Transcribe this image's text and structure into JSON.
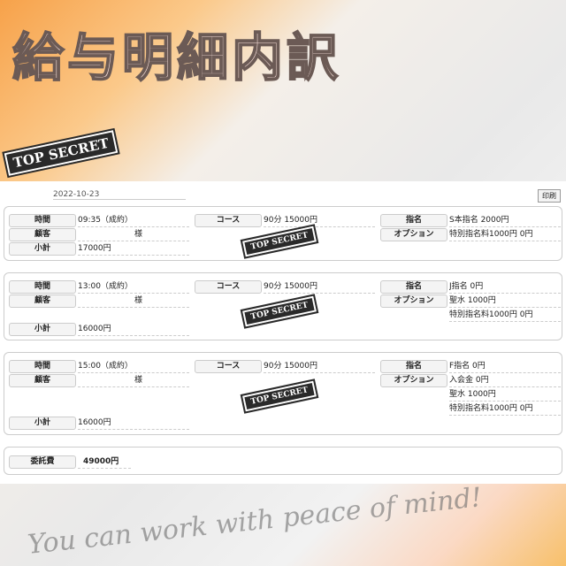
{
  "title": "給与明細内訳",
  "watermark": "You can work with peace of mind!",
  "stamp": "TOP SECRET",
  "date": "2022-10-23",
  "print_label": "印刷",
  "labels": {
    "time": "時間",
    "customer": "顧客",
    "subtotal": "小計",
    "course": "コース",
    "nomination": "指名",
    "option": "オプション",
    "fee": "委託費"
  },
  "cards": [
    {
      "time": "09:35（成約）",
      "customer": "様",
      "subtotal": "17000円",
      "course": "90分 15000円",
      "nomination": "S本指名 2000円",
      "options": [
        "特別指名料1000円 0円"
      ]
    },
    {
      "time": "13:00（成約）",
      "customer": "様",
      "subtotal": "16000円",
      "course": "90分 15000円",
      "nomination": "J指名 0円",
      "options": [
        "聖水 1000円",
        "特別指名料1000円 0円"
      ]
    },
    {
      "time": "15:00（成約）",
      "customer": "様",
      "subtotal": "16000円",
      "course": "90分 15000円",
      "nomination": "F指名 0円",
      "options": [
        "入会金 0円",
        "聖水 1000円",
        "特別指名料1000円 0円"
      ]
    }
  ],
  "total": "49000円"
}
